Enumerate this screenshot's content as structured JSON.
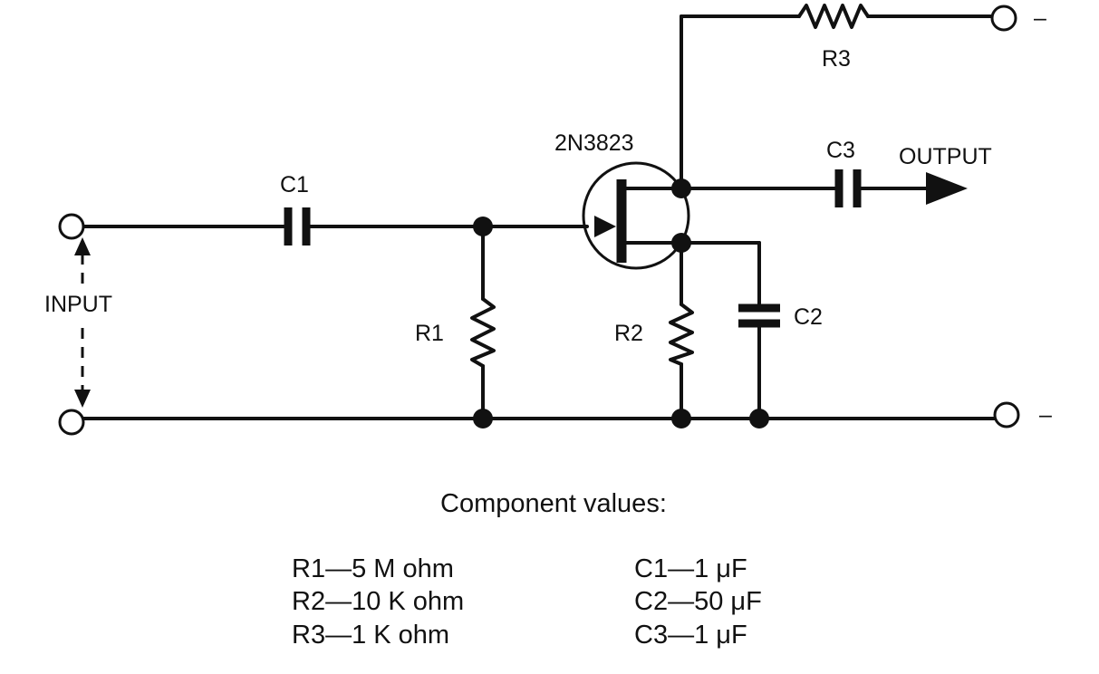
{
  "labels": {
    "c1": "C1",
    "c2": "C2",
    "c3": "C3",
    "r1": "R1",
    "r2": "R2",
    "r3": "R3",
    "transistor": "2N3823",
    "input": "INPUT",
    "output": "OUTPUT",
    "terminal_top_sign": "–",
    "terminal_bottom_sign": "–"
  },
  "components": {
    "heading": "Component values:",
    "resistors": [
      "R1—5 M ohm",
      "R2—10 K ohm",
      "R3—1 K ohm"
    ],
    "capacitors": [
      "C1—1 μF",
      "C2—50 μF",
      "C3—1 μF"
    ]
  }
}
